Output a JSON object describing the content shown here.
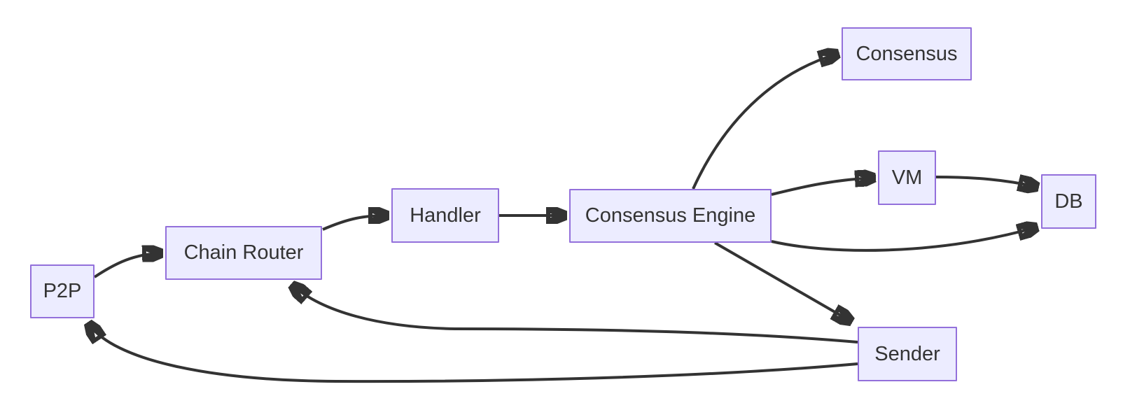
{
  "diagram": {
    "type": "flowchart",
    "direction": "left-to-right",
    "colors": {
      "background": "#FFFFFF",
      "node_fill": "#ECECFF",
      "node_border": "#9370DB",
      "edge_stroke": "#333333",
      "text": "#333333"
    },
    "nodes": [
      {
        "id": "p2p",
        "label": "P2P"
      },
      {
        "id": "chain-router",
        "label": "Chain Router"
      },
      {
        "id": "handler",
        "label": "Handler"
      },
      {
        "id": "consensus-engine",
        "label": "Consensus Engine"
      },
      {
        "id": "consensus",
        "label": "Consensus"
      },
      {
        "id": "vm",
        "label": "VM"
      },
      {
        "id": "db",
        "label": "DB"
      },
      {
        "id": "sender",
        "label": "Sender"
      }
    ],
    "edges": [
      {
        "from": "P2P",
        "to": "Chain Router"
      },
      {
        "from": "Chain Router",
        "to": "Handler"
      },
      {
        "from": "Handler",
        "to": "Consensus Engine"
      },
      {
        "from": "Consensus Engine",
        "to": "Consensus"
      },
      {
        "from": "Consensus Engine",
        "to": "VM"
      },
      {
        "from": "VM",
        "to": "DB"
      },
      {
        "from": "Consensus Engine",
        "to": "DB"
      },
      {
        "from": "Consensus Engine",
        "to": "Sender"
      },
      {
        "from": "Sender",
        "to": "Chain Router"
      },
      {
        "from": "Sender",
        "to": "P2P"
      }
    ]
  }
}
